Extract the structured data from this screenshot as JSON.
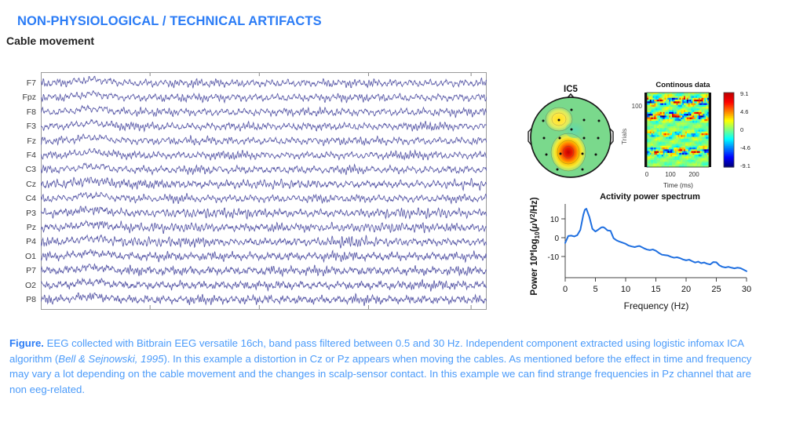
{
  "header": {
    "title": "NON-PHYSIOLOGICAL / TECHNICAL ARTIFACTS",
    "subtitle": "Cable movement",
    "title_color": "#2b7cf6"
  },
  "eeg": {
    "name": "eeg-multichannel-trace",
    "trace_color": "#5a5aa8",
    "border_color": "#9a9a9a",
    "channels": [
      "F7",
      "Fpz",
      "F8",
      "F3",
      "Fz",
      "F4",
      "C3",
      "Cz",
      "C4",
      "P3",
      "Pz",
      "P4",
      "O1",
      "P7",
      "O2",
      "P8"
    ],
    "tick_count": 4
  },
  "topo": {
    "title": "IC5",
    "name": "ic5-topographic-map"
  },
  "continuous": {
    "title": "Continous data",
    "ylabel": "Trials",
    "xlabel": "Time (ms)",
    "yticks": [
      "100"
    ],
    "xticks": [
      "0",
      "100",
      "200"
    ],
    "colorbar_ticks": [
      "9.1",
      "4.6",
      "0",
      "-4.6",
      "-9.1"
    ]
  },
  "chart_data": {
    "type": "line",
    "title": "Activity power spectrum",
    "xlabel": "Frequency (Hz)",
    "ylabel": "Power 10*log10(μV²/Hz)",
    "xlim": [
      0,
      30
    ],
    "ylim": [
      -18,
      16
    ],
    "xticks": [
      0,
      5,
      10,
      15,
      20,
      25,
      30
    ],
    "yticks": [
      10,
      0,
      -10
    ],
    "grid": false,
    "legend": "none",
    "line_color": "#1f6fe0",
    "x": [
      0,
      0.5,
      1,
      1.5,
      2,
      2.5,
      3,
      3.25,
      3.5,
      4,
      4.5,
      5,
      5.5,
      6,
      6.25,
      6.5,
      7,
      7.5,
      8,
      8.5,
      9,
      9.5,
      10,
      10.5,
      11,
      11.5,
      12,
      12.3,
      13,
      13.5,
      14,
      14.5,
      15,
      15.5,
      16,
      16.5,
      17,
      17.5,
      18,
      18.5,
      19,
      19.5,
      20,
      20.5,
      21,
      21.5,
      22,
      22.5,
      23,
      23.5,
      24,
      24.5,
      25,
      25.5,
      26,
      26.5,
      27,
      27.5,
      28,
      28.5,
      29,
      29.5,
      30
    ],
    "y": [
      -2.0,
      1.2,
      1.4,
      1.0,
      1.6,
      4.0,
      11.0,
      13.3,
      13.8,
      10.0,
      4.5,
      3.3,
      4.2,
      5.2,
      5.3,
      5.0,
      3.8,
      3.6,
      0.2,
      -0.8,
      -1.4,
      -1.9,
      -2.4,
      -3.2,
      -3.6,
      -3.9,
      -3.5,
      -3.4,
      -4.4,
      -5.0,
      -5.3,
      -5.0,
      -5.6,
      -6.6,
      -7.4,
      -7.6,
      -7.8,
      -8.4,
      -8.8,
      -8.6,
      -9.0,
      -9.6,
      -10.0,
      -9.7,
      -10.4,
      -11.0,
      -10.6,
      -11.3,
      -11.0,
      -11.6,
      -11.9,
      -10.8,
      -10.9,
      -12.3,
      -13.0,
      -13.3,
      -13.0,
      -13.4,
      -13.7,
      -13.4,
      -13.6,
      -14.3,
      -15.0
    ]
  },
  "caption": {
    "label": "Figure.",
    "line1_a": " EEG collected with Bitbrain EEG versatile 16ch, band pass filtered between 0.5 and 30 Hz. Independent component extracted using logistic infomax ICA algorithm (",
    "citation": "Bell & Sejnowski, 1995",
    "line1_b": "). In this example a distortion in Cz or Pz appears when moving the cables. As mentioned before the effect in time and frequency may vary a lot depending on the cable movement and the changes in scalp-sensor contact. In this example we can find strange frequencies in Pz channel that are non eeg-related."
  }
}
